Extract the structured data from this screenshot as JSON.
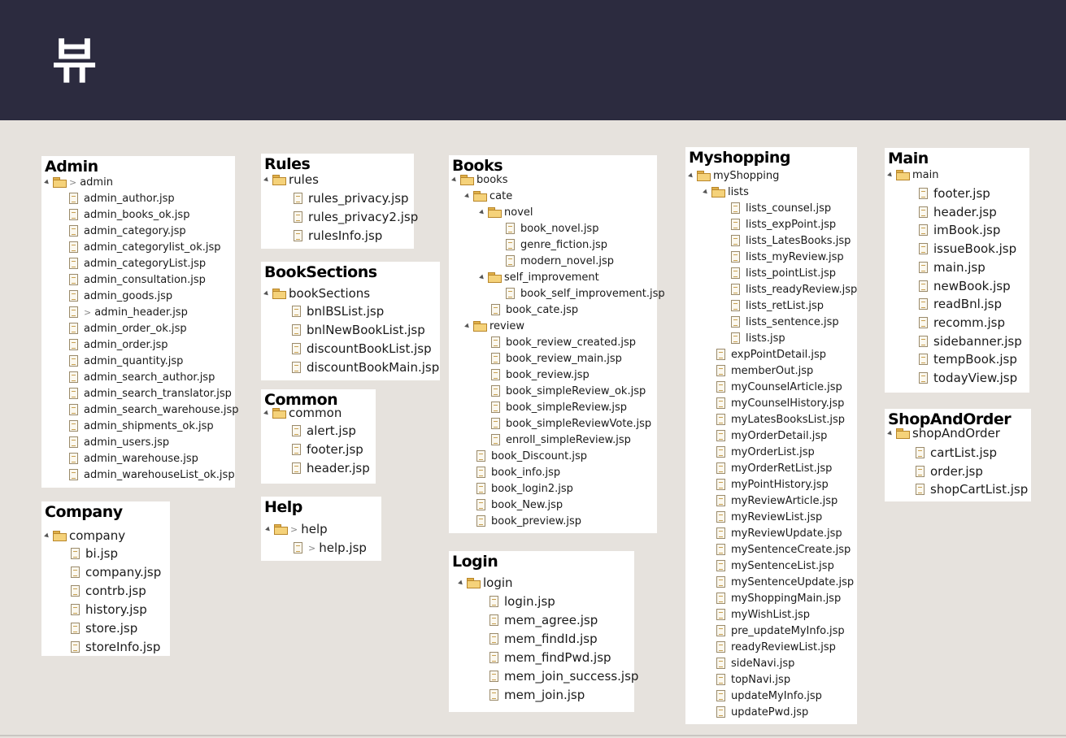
{
  "page_title": "뷰",
  "panels": {
    "admin": {
      "title": "Admin",
      "root": "admin",
      "root_marker": ">",
      "files": [
        "admin_author.jsp",
        "admin_books_ok.jsp",
        "admin_category.jsp",
        "admin_categorylist_ok.jsp",
        "admin_categoryList.jsp",
        "admin_consultation.jsp",
        "admin_goods.jsp",
        "admin_header.jsp",
        "admin_order_ok.jsp",
        "admin_order.jsp",
        "admin_quantity.jsp",
        "admin_search_author.jsp",
        "admin_search_translator.jsp",
        "admin_search_warehouse.jsp",
        "admin_shipments_ok.jsp",
        "admin_users.jsp",
        "admin_warehouse.jsp",
        "admin_warehouseList_ok.jsp"
      ],
      "header_marker": ">"
    },
    "company": {
      "title": "Company",
      "root": "company",
      "files": [
        "bi.jsp",
        "company.jsp",
        "contrb.jsp",
        "history.jsp",
        "store.jsp",
        "storeInfo.jsp"
      ]
    },
    "rules": {
      "title": "Rules",
      "root": "rules",
      "files": [
        "rules_privacy.jsp",
        "rules_privacy2.jsp",
        "rulesInfo.jsp"
      ]
    },
    "booksections": {
      "title": "BookSections",
      "root": "bookSections",
      "files": [
        "bnlBSList.jsp",
        "bnlNewBookList.jsp",
        "discountBookList.jsp",
        "discountBookMain.jsp"
      ]
    },
    "common": {
      "title": "Common",
      "root": "common",
      "files": [
        "alert.jsp",
        "footer.jsp",
        "header.jsp"
      ]
    },
    "help": {
      "title": "Help",
      "root": "help",
      "marker": ">",
      "files": [
        "help.jsp"
      ]
    },
    "books": {
      "title": "Books",
      "root": "books",
      "cate": "cate",
      "novel": "novel",
      "novel_files": [
        "book_novel.jsp",
        "genre_fiction.jsp",
        "modern_novel.jsp"
      ],
      "self_improvement": "self_improvement",
      "self_files": [
        "book_self_improvement.jsp"
      ],
      "cate_files": [
        "book_cate.jsp"
      ],
      "review": "review",
      "review_files": [
        "book_review_created.jsp",
        "book_review_main.jsp",
        "book_review.jsp",
        "book_simpleReview_ok.jsp",
        "book_simpleReview.jsp",
        "book_simpleReviewVote.jsp",
        "enroll_simpleReview.jsp"
      ],
      "files": [
        "book_Discount.jsp",
        "book_info.jsp",
        "book_login2.jsp",
        "book_New.jsp",
        "book_preview.jsp"
      ]
    },
    "login": {
      "title": "Login",
      "root": "login",
      "files": [
        "login.jsp",
        "mem_agree.jsp",
        "mem_findId.jsp",
        "mem_findPwd.jsp",
        "mem_join_success.jsp",
        "mem_join.jsp"
      ]
    },
    "myshopping": {
      "title": "Myshopping",
      "root": "myShopping",
      "lists": "lists",
      "lists_files": [
        "lists_counsel.jsp",
        "lists_expPoint.jsp",
        "lists_LatesBooks.jsp",
        "lists_myReview.jsp",
        "lists_pointList.jsp",
        "lists_readyReview.jsp",
        "lists_retList.jsp",
        "lists_sentence.jsp",
        "lists.jsp"
      ],
      "files": [
        "expPointDetail.jsp",
        "memberOut.jsp",
        "myCounselArticle.jsp",
        "myCounselHistory.jsp",
        "myLatesBooksList.jsp",
        "myOrderDetail.jsp",
        "myOrderList.jsp",
        "myOrderRetList.jsp",
        "myPointHistory.jsp",
        "myReviewArticle.jsp",
        "myReviewList.jsp",
        "myReviewUpdate.jsp",
        "mySentenceCreate.jsp",
        "mySentenceList.jsp",
        "mySentenceUpdate.jsp",
        "myShoppingMain.jsp",
        "myWishList.jsp",
        "pre_updateMyInfo.jsp",
        "readyReviewList.jsp",
        "sideNavi.jsp",
        "topNavi.jsp",
        "updateMyInfo.jsp",
        "updatePwd.jsp"
      ]
    },
    "main": {
      "title": "Main",
      "root": "main",
      "files": [
        "footer.jsp",
        "header.jsp",
        "imBook.jsp",
        "issueBook.jsp",
        "main.jsp",
        "newBook.jsp",
        "readBnl.jsp",
        "recomm.jsp",
        "sidebanner.jsp",
        "tempBook.jsp",
        "todayView.jsp"
      ]
    },
    "shopandorder": {
      "title": "ShopAndOrder",
      "root": "shopAndOrder",
      "files": [
        "cartList.jsp",
        "order.jsp",
        "shopCartList.jsp"
      ]
    }
  }
}
